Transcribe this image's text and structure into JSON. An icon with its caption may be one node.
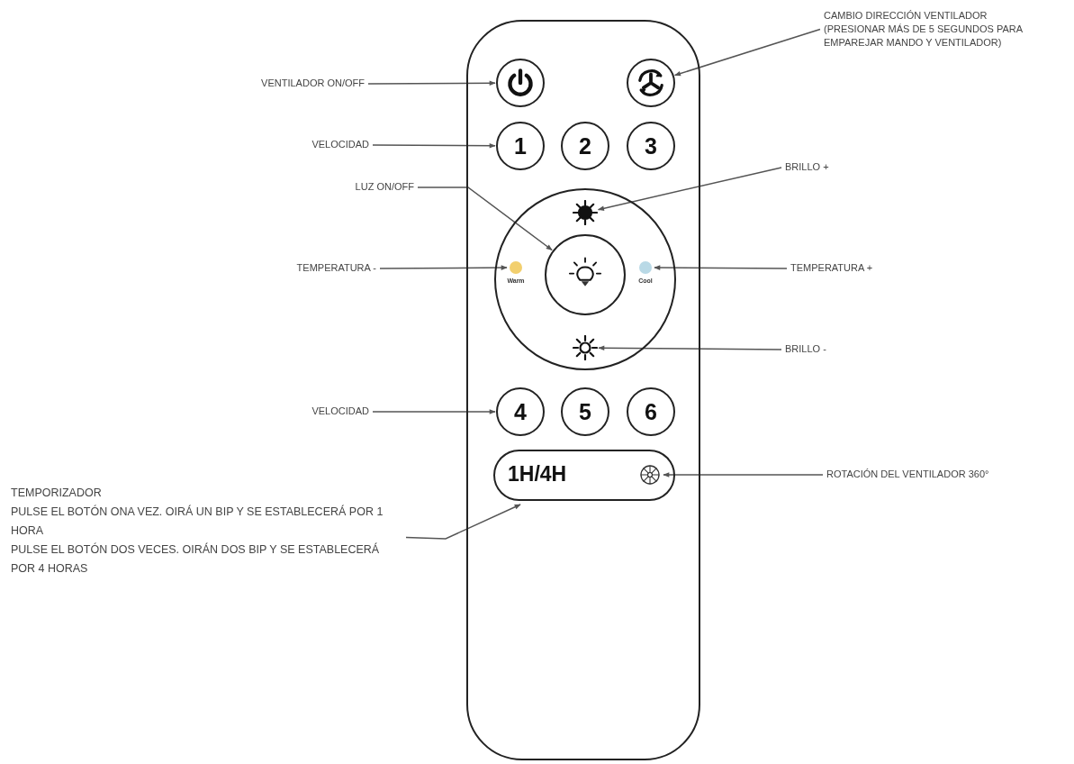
{
  "diagram": {
    "nodes": [
      {
        "text": [],
        "shape": "box"
      },
      {
        "text": [],
        "shape": "circle",
        "in": 0
      },
      {
        "text": [],
        "shape": "circle",
        "in": 0
      },
      {
        "text": [
          "1"
        ],
        "in": 0
      },
      {
        "text": [
          "2"
        ],
        "in": 0
      },
      {
        "text": [
          "3"
        ],
        "in": 0
      },
      {
        "text": [],
        "shape": "circle",
        "in": 0
      },
      {
        "text": [],
        "shape": "sun",
        "in": 6
      },
      {
        "text": [
          "Warm"
        ],
        "in": 6
      },
      {
        "text": [],
        "shape": "circle",
        "in": 6
      },
      {
        "text": [
          "Cool"
        ],
        "in": 6
      },
      {
        "text": [],
        "shape": "sun",
        "in": 6
      },
      {
        "text": [
          "4"
        ],
        "in": 0
      },
      {
        "text": [
          "5"
        ],
        "in": 0
      },
      {
        "text": [
          "6"
        ],
        "in": 0
      },
      {
        "text": [
          "1H/4H"
        ],
        "in": 0
      },
      {
        "text": [],
        "shape": "wheel",
        "in": 15
      },
      {
        "text": [
          "VENTILADOR ON/OFF"
        ]
      },
      {
        "text": [
          "CAMBIO DIRECCIÓN VENTILADOR",
          "(PRESIONAR MÁS DE 5 SEGUNDOS PARA EMPAREJAR MANDO Y VENTILADOR)"
        ]
      },
      {
        "text": [
          "VELOCIDAD"
        ]
      },
      {
        "text": [
          "LUZ ON/OFF"
        ]
      },
      {
        "text": [
          "BRILLO +"
        ]
      },
      {
        "text": [
          "TEMPERATURA -"
        ]
      },
      {
        "text": [
          "TEMPERATURA +"
        ]
      },
      {
        "text": [
          "BRILLO -"
        ]
      },
      {
        "text": [
          "VELOCIDAD"
        ]
      },
      {
        "text": [
          "ROTACIÓN DEL VENTILADOR 360°"
        ]
      },
      {
        "text": [
          "TEMPORIZADOR",
          "PULSE EL BOTÓN ONA VEZ. OIRÁ UN BIP Y SE ESTABLECERÁ POR 1 HORA",
          "PULSE EL BOTÓN DOS VECES. OIRÁN DOS BIP Y SE ESTABLECERÁ POR 4 HORAS"
        ]
      }
    ],
    "edges": [
      {
        "from": 17,
        "to": 1,
        "arrow": "to"
      },
      {
        "from": 18,
        "to": 2,
        "arrow": "to"
      },
      {
        "from": 19,
        "to": 3,
        "arrow": "to"
      },
      {
        "from": 20,
        "to": 9,
        "arrow": "to"
      },
      {
        "from": 21,
        "to": 7,
        "arrow": "to"
      },
      {
        "from": 22,
        "to": 8,
        "arrow": "to"
      },
      {
        "from": 23,
        "to": 10,
        "arrow": "to"
      },
      {
        "from": 24,
        "to": 11,
        "arrow": "to"
      },
      {
        "from": 25,
        "to": 12,
        "arrow": "to"
      },
      {
        "from": 26,
        "to": 16,
        "arrow": "to"
      },
      {
        "from": 27,
        "to": 15,
        "arrow": "to"
      }
    ]
  }
}
